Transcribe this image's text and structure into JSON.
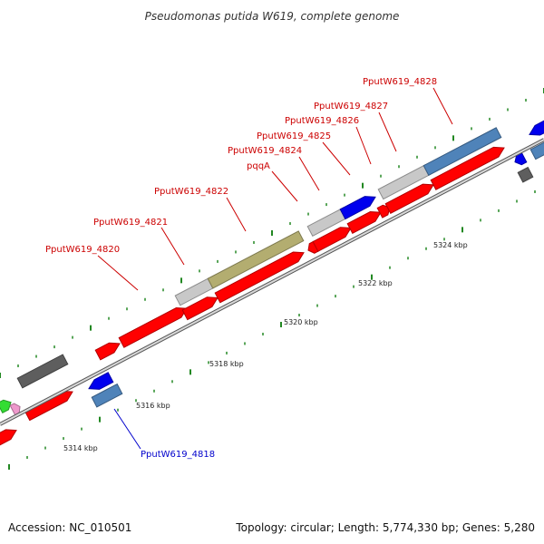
{
  "title": "Pseudomonas putida W619, complete genome",
  "footer": {
    "accession": "Accession: NC_010501",
    "summary": "Topology: circular; Length: 5,774,330 bp; Genes: 5,280"
  },
  "colors": {
    "cds_red": "#ff0000",
    "gene_gray": "#c8c8c8",
    "dark_gray": "#5e5e5e",
    "steel_blue": "#4f83b9",
    "blue": "#0000ee",
    "olive": "#b3ad70",
    "green": "#33dd33",
    "pink": "#ee99cc",
    "label_red": "#cc0000",
    "label_blue": "#0000cc",
    "tick_green": "#228822"
  },
  "scale_labels": [
    "5314 kbp",
    "5316 kbp",
    "5318 kbp",
    "5320 kbp",
    "5322 kbp",
    "5324 kbp"
  ],
  "gene_labels": [
    {
      "text": "PputW619_4818",
      "color": "blue"
    },
    {
      "text": "PputW619_4820",
      "color": "red"
    },
    {
      "text": "PputW619_4821",
      "color": "red"
    },
    {
      "text": "PputW619_4822",
      "color": "red"
    },
    {
      "text": "pqqA",
      "color": "red"
    },
    {
      "text": "PputW619_4824",
      "color": "red"
    },
    {
      "text": "PputW619_4825",
      "color": "red"
    },
    {
      "text": "PputW619_4826",
      "color": "red"
    },
    {
      "text": "PputW619_4827",
      "color": "red"
    },
    {
      "text": "PputW619_4828",
      "color": "red"
    }
  ]
}
